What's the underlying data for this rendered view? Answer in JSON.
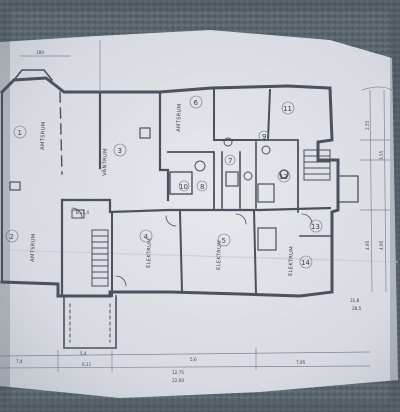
{
  "photo": {
    "colors": {
      "carpet": "#59636c",
      "paper": "#dfe2e7",
      "ink": "#3b4450",
      "wall": "#4a525e",
      "pencil": "#7d8794"
    }
  },
  "plan": {
    "room_labels": [
      "AMTSRUM",
      "AMTSRUM",
      "VÄNTRUM",
      "ELEKTRUM",
      "ELEKTRUM",
      "ELEKTRUM",
      "AMTSRUM"
    ],
    "room_numbers": [
      "1",
      "2",
      "3",
      "4",
      "5",
      "6",
      "7",
      "8",
      "9",
      "10",
      "11",
      "12",
      "13",
      "14"
    ],
    "dimensions": {
      "top_width": "180",
      "bottom_left": "7,4",
      "bottom_mid_a": "5,4",
      "bottom_mid_b": "6,11",
      "bottom_center": "12,75",
      "bottom_total": "22,00",
      "bottom_right_a": "5,6",
      "bottom_right_b": "7,95",
      "right_a": "2,55",
      "right_b": "3,55",
      "right_c": "4,95",
      "right_d": "4,95"
    },
    "notes": [
      "B=2,4",
      "31,8",
      "28,5"
    ]
  }
}
